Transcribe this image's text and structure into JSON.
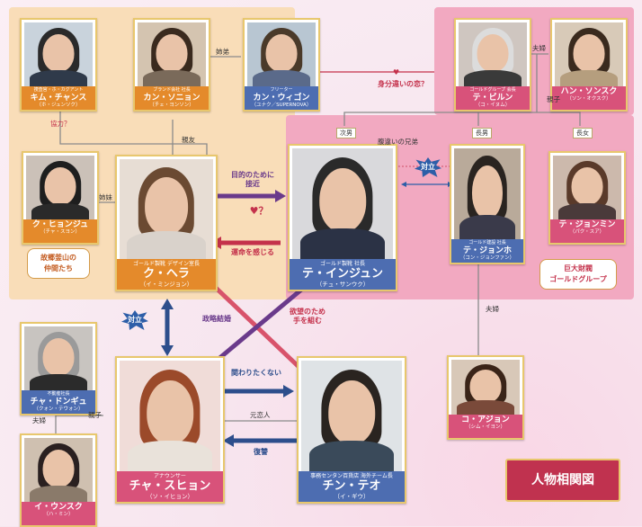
{
  "colors": {
    "plate_orange": "#e48a2b",
    "plate_blue": "#4d6db1",
    "plate_pink": "#d8527a",
    "rival": "#2d5ea8",
    "purple": "#6a3a8b",
    "red": "#c4314b"
  },
  "characters": {
    "kim": {
      "role": "捜査官・ホ・カグアント",
      "name": "キム・チャンス",
      "actor": "（ホ・ジュンソク）"
    },
    "kan_soyon": {
      "role": "ブランド会社 社長",
      "name": "カン・ソニョン",
      "actor": "（チェ・ヨンソン）"
    },
    "kan_wigon": {
      "role": "フリーター",
      "name": "カン・ウィゴン",
      "actor": "（ユナク／SUPERNOVA）"
    },
    "tebiru": {
      "role": "ゴールドグループ 会長",
      "name": "テ・ビルン",
      "actor": "（コ・イヌム）"
    },
    "han": {
      "role": "",
      "name": "ハン・ソンスク",
      "actor": "（ソン・オクスク）"
    },
    "ku_hyonju": {
      "role": "",
      "name": "ク・ヒョンジュ",
      "actor": "（チャ・スヨン）"
    },
    "ku_hera": {
      "role": "ゴールド製靴 デザイン室長",
      "name": "ク・ヘラ",
      "actor": "（イ・ミンジョン）"
    },
    "te_injun": {
      "role": "ゴールド製靴 社長",
      "name": "テ・インジュン",
      "actor": "（チュ・サンウク）"
    },
    "te_jonho": {
      "role": "ゴールド建設 社長",
      "name": "テ・ジョンホ",
      "actor": "（コン・ジョンファン）"
    },
    "te_jonmin": {
      "role": "",
      "name": "テ・ジョンミン",
      "actor": "（パク・スア）"
    },
    "cha_dongyu": {
      "role": "不動産社長",
      "name": "チャ・ドンギュ",
      "actor": "（クォン・テウォン）"
    },
    "i_unsuku": {
      "role": "",
      "name": "イ・ウンスク",
      "actor": "（ハ・ミン）"
    },
    "cha_suhyon": {
      "role": "アナウンサー",
      "name": "チャ・スヒョン",
      "actor": "（ソ・イヒョン）"
    },
    "chin_teo": {
      "role": "事務センタン百貨店 海外チーム長",
      "name": "チン・テオ",
      "actor": "（イ・ギウ）"
    },
    "ko_ajon": {
      "role": "",
      "name": "コ・アジョン",
      "actor": "（シム・イヨン）"
    }
  },
  "relations": {
    "sibling_sw": "姉弟",
    "kyoryoku": "協力？",
    "shinyu": "親友",
    "shimai": "姉妹",
    "fufu_top": "夫婦",
    "oyako_top": "親子",
    "love_q": "身分違いの恋？",
    "jinan": "次男",
    "chonan": "長男",
    "chojo": "長女",
    "haraigai": "腹違いの兄弟",
    "fufu_mid": "夫婦",
    "fufu_left": "夫婦",
    "oyako_left": "親子",
    "motokoibito": "元恋人"
  },
  "arrows": {
    "mokuteki": "目的のために\n接近",
    "heart_q": "♥？",
    "unmei": "運命を感じる",
    "seiryaku": "政略結婚",
    "yokubou": "欲望のため\n手を組む",
    "kakawari": "関わりたくない",
    "fukushu": "復讐"
  },
  "badges": {
    "tairitsu_top": "対立",
    "tairitsu_left": "対立"
  },
  "groups": {
    "orange": "故郷釜山の\n仲間たち",
    "pink": "巨大財閥\nゴールドグループ"
  },
  "corner_title": "人物相関図"
}
